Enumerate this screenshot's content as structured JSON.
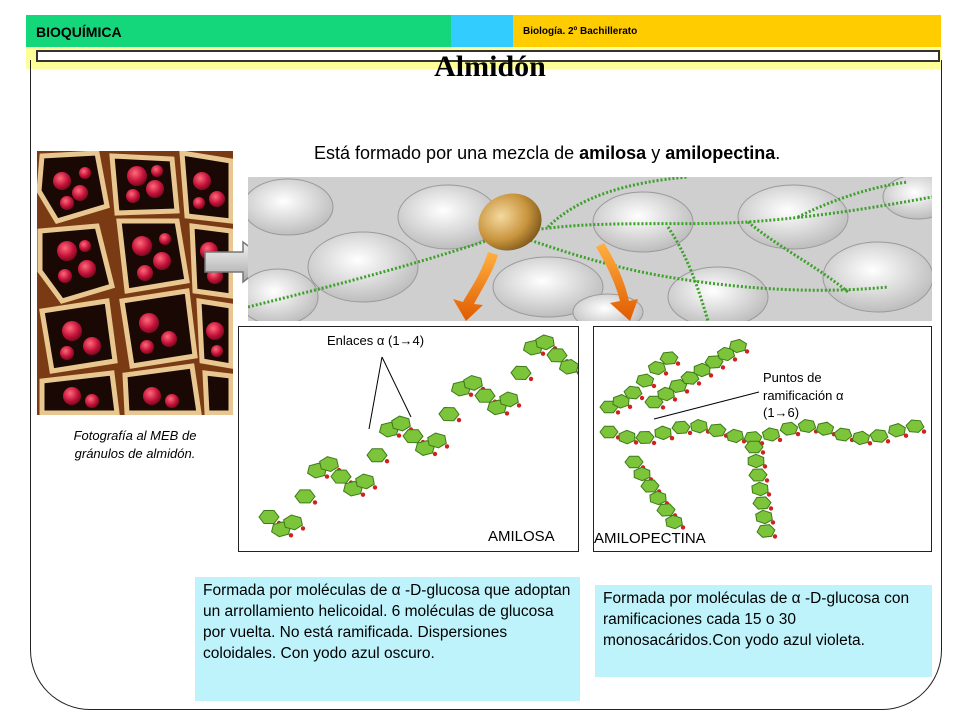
{
  "header": {
    "left_label": "BIOQUÍMICA",
    "right_label": "Biología. 2º Bachillerato",
    "colors": {
      "left": "#14d67a",
      "middle": "#33ccff",
      "right": "#ffcc00",
      "strip": "#ffff99"
    }
  },
  "slide": {
    "title": "Almidón",
    "subtitle": {
      "prefix": "Está formado por una mezcla de ",
      "term1": "amilosa",
      "middle": " y ",
      "term2": "amilopectina",
      "suffix": "."
    },
    "photo_caption": "Fotografía al MEB de gránulos de almidón.",
    "amilosa": {
      "label": "AMILOSA",
      "bond_label": "Enlaces α (1→4)",
      "description": "Formada por moléculas de α -D-glucosa que adoptan un arrollamiento helicoidal. 6 moléculas de glucosa por vuelta. No está ramificada. Dispersiones coloidales. Con yodo azul oscuro."
    },
    "amilopectina": {
      "label": "AMILOPECTINA",
      "branch_label_line1": "Puntos de",
      "branch_label_line2": "ramificación α",
      "branch_label_line3": "(1→6)",
      "description": "Formada por moléculas de α -D-glucosa con ramificaciones cada 15 o 30 monosacáridos.Con yodo azul violeta."
    },
    "icons": [
      "arrow-right-icon",
      "orange-arrow-icon"
    ],
    "colors": {
      "description_bg": "#bff3fc",
      "glucose": "#7cc43a",
      "oxygen": "#d02020"
    }
  }
}
